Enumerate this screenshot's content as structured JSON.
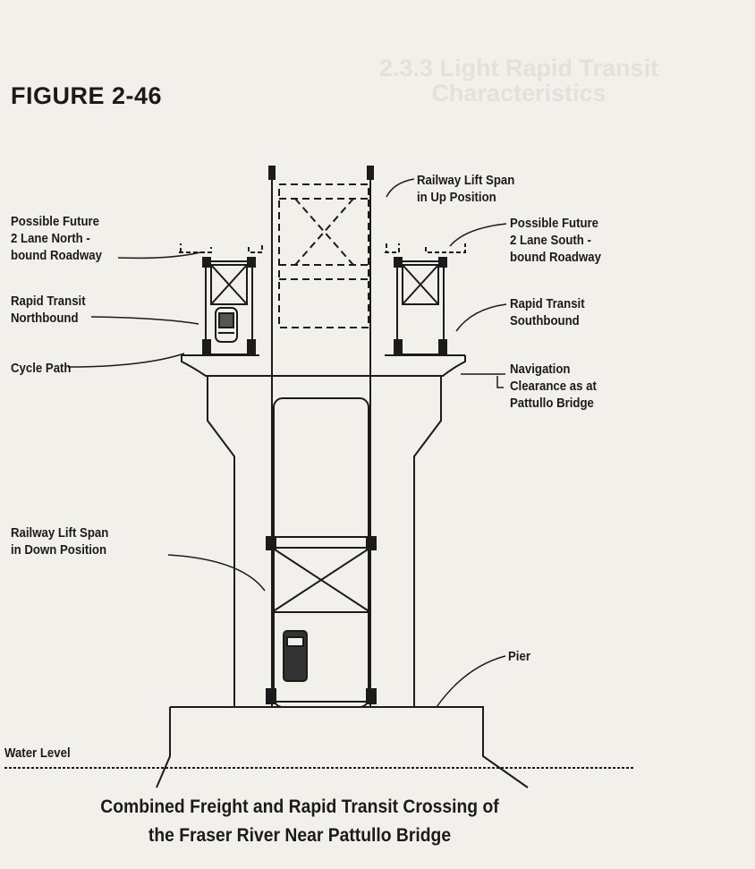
{
  "ghost_heading": {
    "line1": "2.3.3 Light Rapid Transit",
    "line2": "Characteristics"
  },
  "figure_number": "FIGURE 2-46",
  "labels": {
    "lift_up": [
      "Railway Lift Span",
      "in Up Position"
    ],
    "future_north": [
      "Possible Future",
      "2 Lane North -",
      "bound Roadway"
    ],
    "future_south": [
      "Possible Future",
      "2 Lane South -",
      "bound Roadway"
    ],
    "rt_north": [
      "Rapid Transit",
      "Northbound"
    ],
    "rt_south": [
      "Rapid Transit",
      "Southbound"
    ],
    "cycle_path": "Cycle Path",
    "navigation": [
      "Navigation",
      "Clearance as at",
      "Pattullo Bridge"
    ],
    "lift_down": [
      "Railway Lift Span",
      "in Down Position"
    ],
    "pier": "Pier",
    "water_level": "Water Level"
  },
  "caption": {
    "line1": "Combined Freight and Rapid Transit Crossing of",
    "line2": "the Fraser River Near Pattullo Bridge"
  }
}
